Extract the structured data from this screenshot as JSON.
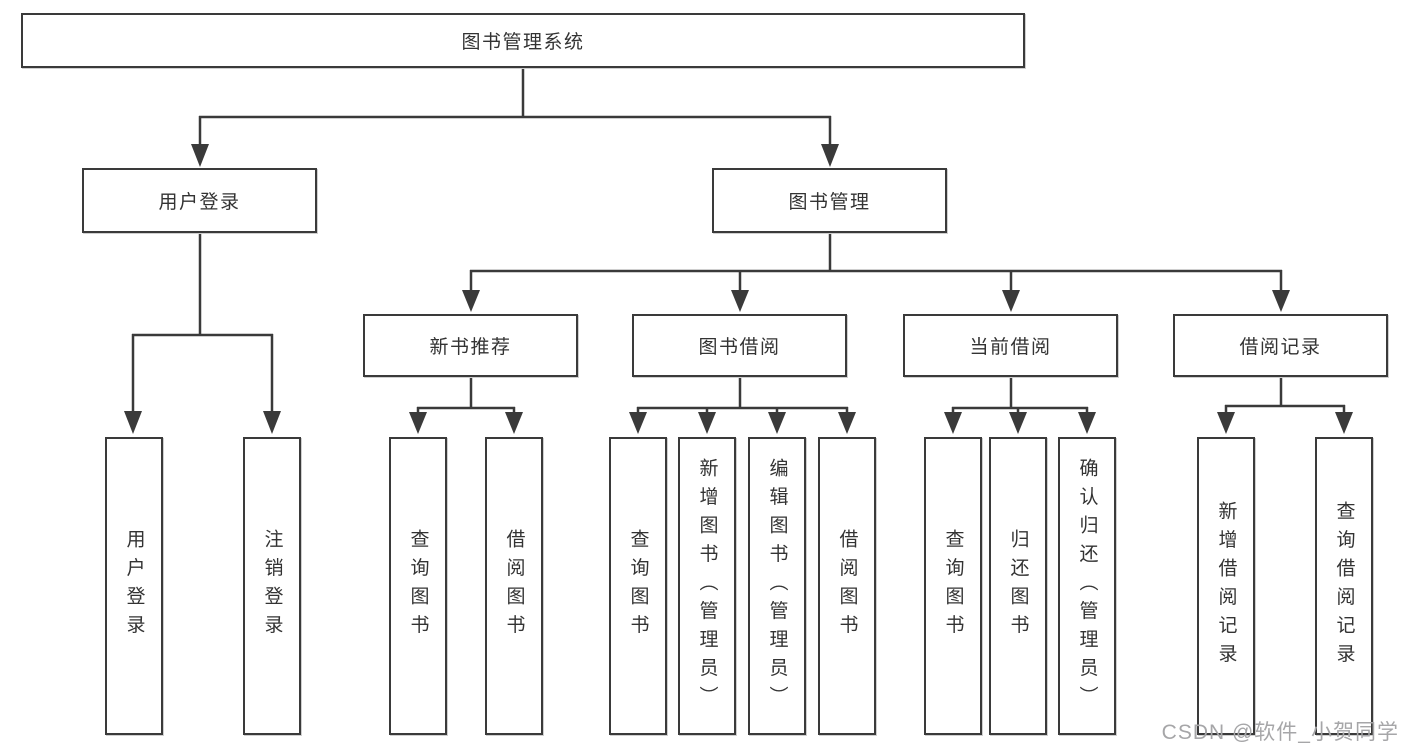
{
  "diagram": {
    "title": "图书管理系统",
    "tree": {
      "root": {
        "label": "图书管理系统"
      },
      "branches": [
        {
          "label": "用户登录",
          "children": [
            {
              "label": "用户登录"
            },
            {
              "label": "注销登录"
            }
          ]
        },
        {
          "label": "图书管理",
          "children": [
            {
              "label": "新书推荐",
              "children": [
                {
                  "label": "查询图书"
                },
                {
                  "label": "借阅图书"
                }
              ]
            },
            {
              "label": "图书借阅",
              "children": [
                {
                  "label": "查询图书"
                },
                {
                  "label": "新增图书（管理员）"
                },
                {
                  "label": "编辑图书（管理员）"
                },
                {
                  "label": "借阅图书"
                }
              ]
            },
            {
              "label": "当前借阅",
              "children": [
                {
                  "label": "查询图书"
                },
                {
                  "label": "归还图书"
                },
                {
                  "label": "确认归还（管理员）"
                }
              ]
            },
            {
              "label": "借阅记录",
              "children": [
                {
                  "label": "新增借阅记录"
                },
                {
                  "label": "查询借阅记录"
                }
              ]
            }
          ]
        }
      ]
    }
  },
  "watermark": {
    "text": "CSDN @软件_小贺同学"
  },
  "colors": {
    "line": "#3a3a3a",
    "box_border": "#3a3a3a",
    "box_background": "#ffffff",
    "text": "#333333",
    "watermark": "#a6a6a8"
  }
}
